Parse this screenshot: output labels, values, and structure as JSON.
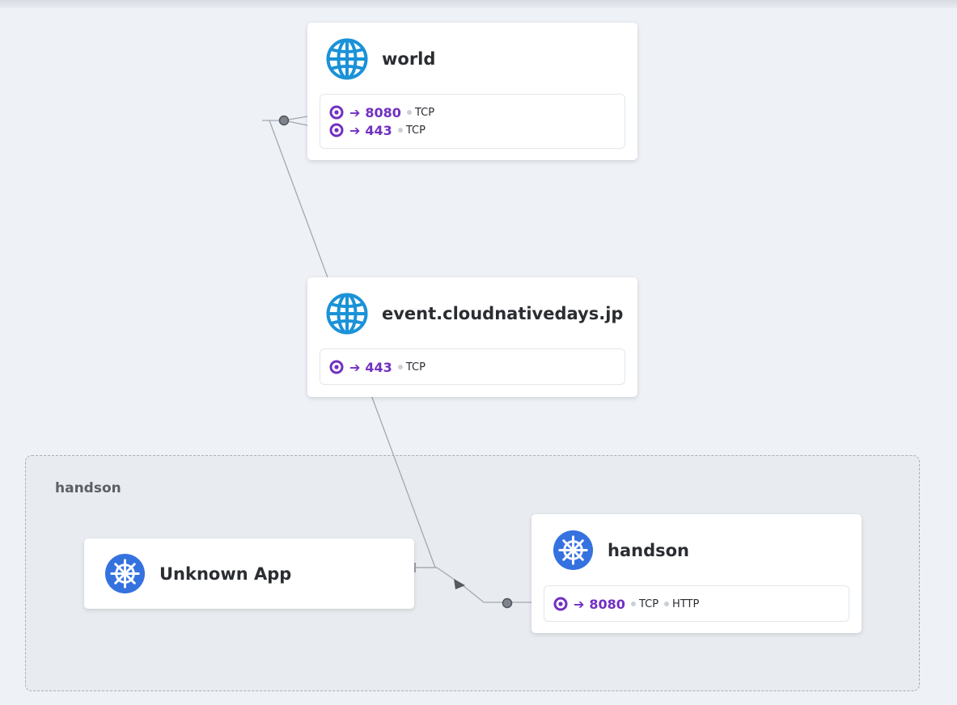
{
  "namespace": {
    "label": "handson"
  },
  "nodes": {
    "world": {
      "title": "world",
      "icon": "globe-icon",
      "ports": [
        {
          "port": "8080",
          "protocols": [
            "TCP"
          ]
        },
        {
          "port": "443",
          "protocols": [
            "TCP"
          ]
        }
      ]
    },
    "event": {
      "title": "event.cloudnativedays.jp",
      "icon": "globe-icon",
      "ports": [
        {
          "port": "443",
          "protocols": [
            "TCP"
          ]
        }
      ]
    },
    "unknown": {
      "title": "Unknown App",
      "icon": "kubernetes-icon"
    },
    "handson": {
      "title": "handson",
      "icon": "kubernetes-icon",
      "ports": [
        {
          "port": "8080",
          "protocols": [
            "TCP",
            "HTTP"
          ]
        }
      ]
    }
  },
  "colors": {
    "port_accent": "#7130c0",
    "globe_icon": "#1a92d8",
    "kubernetes_icon": "#3572e0",
    "edge": "#a3a8b0"
  }
}
